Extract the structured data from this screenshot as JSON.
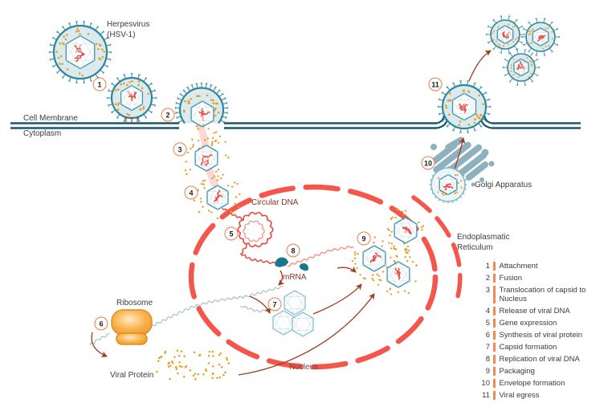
{
  "labels": {
    "virus_name_line1": "Herpesvirus",
    "virus_name_line2": "(HSV-1)",
    "cell_membrane": "Cell Membrane",
    "cytoplasm": "Cytoplasm",
    "circular_dna": "Circular DNA",
    "mrna": "mRNA",
    "ribosome": "Ribosome",
    "viral_protein": "Viral Protein",
    "nucleus": "Nucleus",
    "golgi": "Golgi Apparatus",
    "er_line1": "Endoplasmatic",
    "er_line2": "Reticulum"
  },
  "steps": [
    {
      "num": "1",
      "label": "Attachment"
    },
    {
      "num": "2",
      "label": "Fusion"
    },
    {
      "num": "3",
      "label": "Translocation of capsid to Nucleus"
    },
    {
      "num": "4",
      "label": "Release of viral DNA"
    },
    {
      "num": "5",
      "label": "Gene expression"
    },
    {
      "num": "6",
      "label": "Synthesis of viral protein"
    },
    {
      "num": "7",
      "label": "Capsid formation"
    },
    {
      "num": "8",
      "label": "Replication of viral DNA"
    },
    {
      "num": "9",
      "label": "Packaging"
    },
    {
      "num": "10",
      "label": "Envelope formation"
    },
    {
      "num": "11",
      "label": "Viral egress"
    }
  ],
  "colors": {
    "membrane": "#17596A",
    "virus_ring": "#2E879C",
    "virus_fill": "#DAEAEE",
    "capsid": "#3E93AB",
    "capsid_empty": "#7FB9CE",
    "capsid_inner": "#AFCFDD",
    "dot_orange": "#E2A02A",
    "dna_red": "#E05047",
    "dna_pink": "#F29B94",
    "coral": "#F5564B",
    "step_orange": "#EE7B45",
    "legend_bar": "#F08A50",
    "arrow_brown": "#A03C1E",
    "golgi": "#8DB2BE",
    "mrna_grey": "#ADC2CA",
    "ribosome_fill": "#F7AC44",
    "ribosome_edge": "#DB8F1F",
    "trail_pink": "#F7BEB6",
    "receptor": "#7A5530"
  }
}
